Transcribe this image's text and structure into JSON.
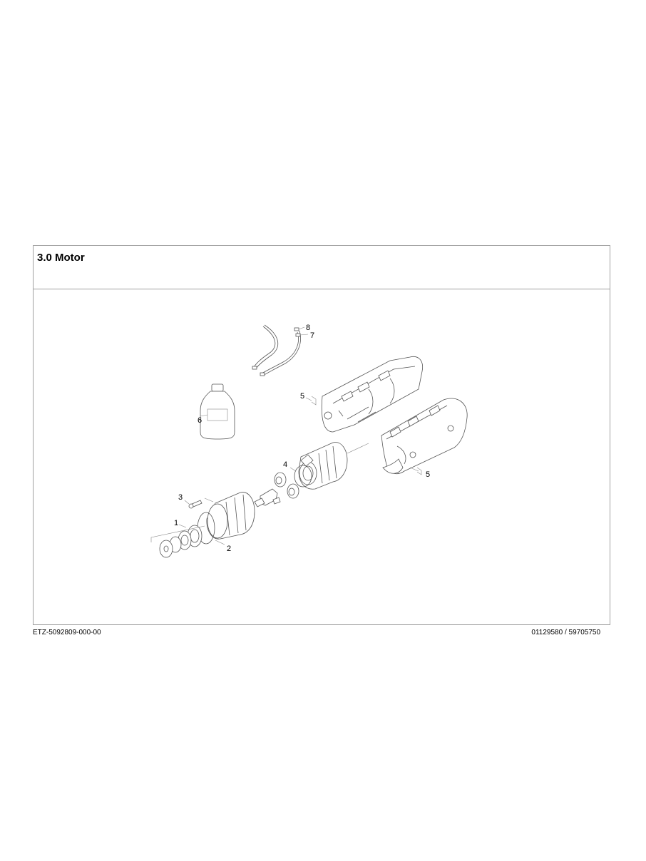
{
  "section": {
    "title": "3.0 Motor"
  },
  "diagram": {
    "callouts": [
      {
        "id": "1",
        "label": "1"
      },
      {
        "id": "2",
        "label": "2"
      },
      {
        "id": "3",
        "label": "3"
      },
      {
        "id": "4",
        "label": "4"
      },
      {
        "id": "5a",
        "label": "5"
      },
      {
        "id": "5b",
        "label": "5"
      },
      {
        "id": "6",
        "label": "6"
      },
      {
        "id": "7",
        "label": "7"
      },
      {
        "id": "8",
        "label": "8"
      }
    ]
  },
  "footer": {
    "document_id": "ETZ-5092809-000-00",
    "part_numbers": "01129580 / 59705750"
  }
}
